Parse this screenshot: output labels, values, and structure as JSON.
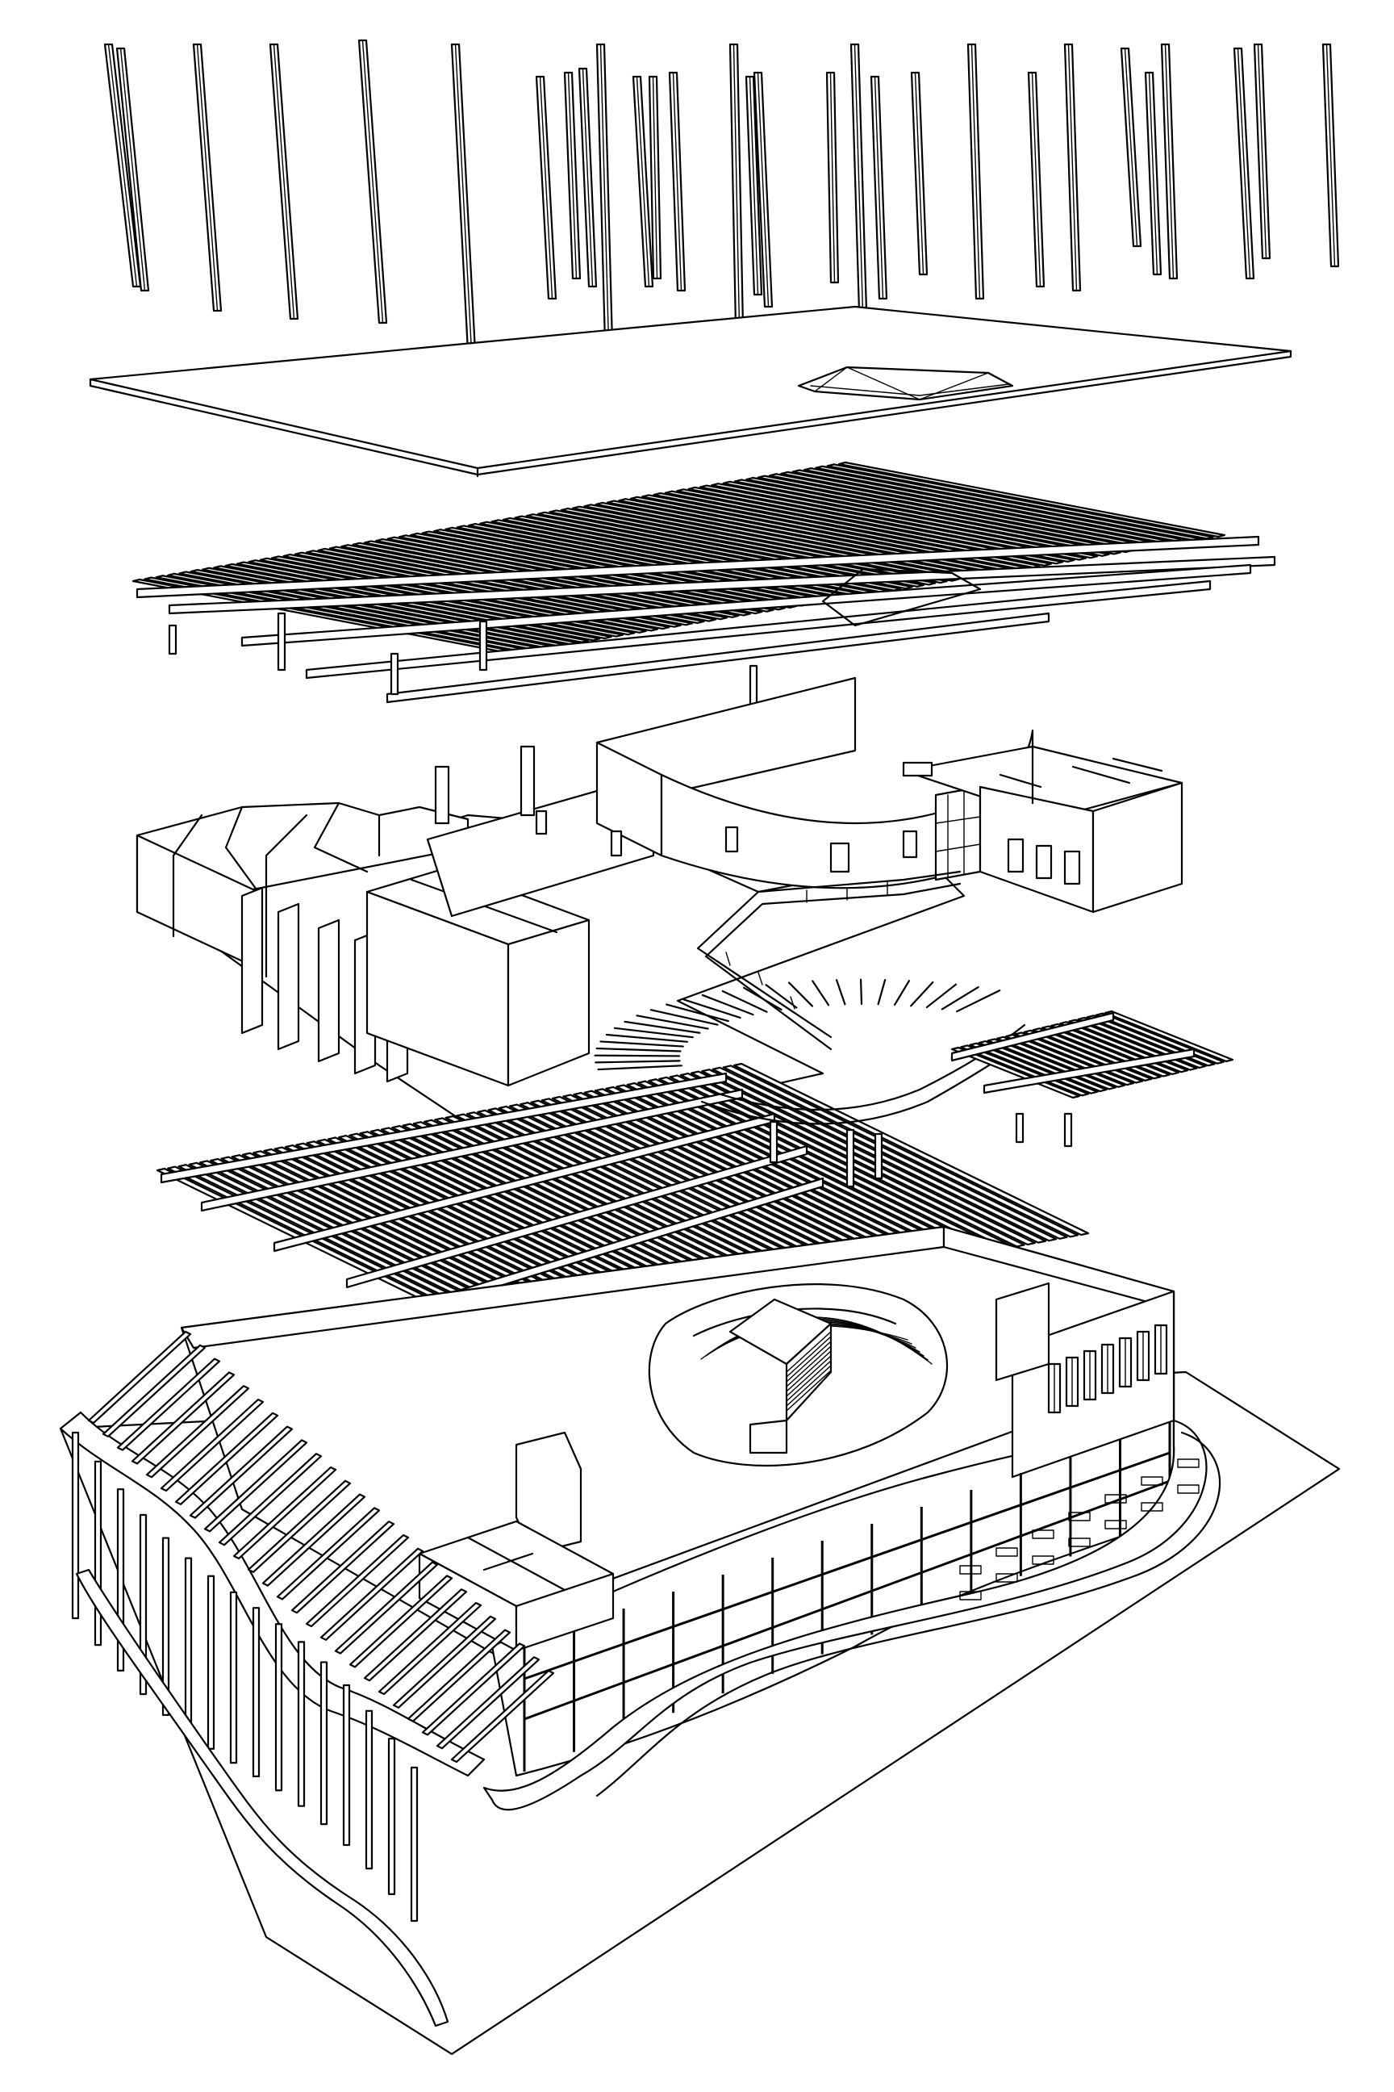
{
  "diagram": {
    "type": "exploded-axonometric",
    "layers": [
      {
        "id": "columns",
        "kind": "vertical-columns"
      },
      {
        "id": "roof-slab",
        "kind": "slab-with-skylight"
      },
      {
        "id": "roof-joists",
        "kind": "beam-grid"
      },
      {
        "id": "upper-floor",
        "kind": "walls-and-ramp"
      },
      {
        "id": "floor-structure",
        "kind": "beam-grid-with-curved-fan"
      },
      {
        "id": "ground-floor",
        "kind": "building-base-with-facade-and-auditorium"
      }
    ],
    "colors": {
      "line": "#000000",
      "background": "#ffffff"
    }
  }
}
